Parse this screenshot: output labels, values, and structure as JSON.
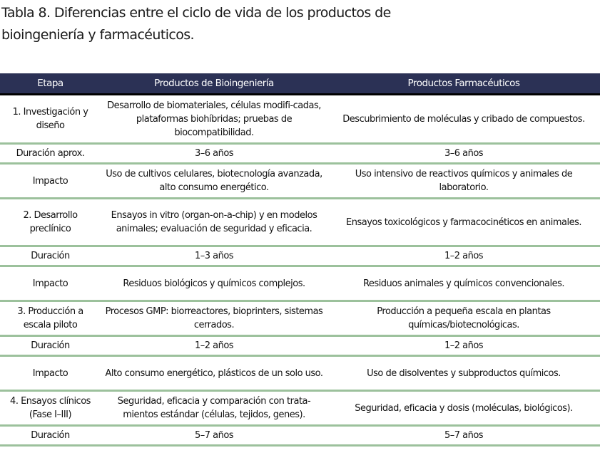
{
  "caption": "Tabla 8. Diferencias entre el ciclo de vida de los productos de bioingeniería y farmacéuticos.",
  "table": {
    "headers": [
      "Etapa",
      "Productos de Bioingeniería",
      "Productos Farmacéuticos"
    ],
    "rows": [
      {
        "etapa": "1. Investigación y diseño",
        "bio": "Desarrollo de biomateriales, células modifi-cadas, plataformas biohíbridas; pruebas de biocompatibilidad.",
        "farma": "Descubrimiento de moléculas y cribado de compuestos."
      },
      {
        "etapa": "Duración aprox.",
        "bio": "3–6 años",
        "farma": "3–6 años"
      },
      {
        "etapa": "Impacto",
        "bio": "Uso de cultivos celulares, biotecnología avanzada, alto consumo energético.",
        "farma": "Uso intensivo de reactivos químicos y animales de laboratorio."
      },
      {
        "etapa": "2. Desarrollo preclínico",
        "bio": "Ensayos in vitro (organ-on-a-chip) y en modelos animales; evaluación de seguridad y eficacia.",
        "farma": "Ensayos toxicológicos y farmacocinéticos en animales."
      },
      {
        "etapa": "Duración",
        "bio": "1–3 años",
        "farma": "1–2 años"
      },
      {
        "etapa": "Impacto",
        "bio": "Residuos biológicos y químicos complejos.",
        "farma": "Residuos animales y químicos convencionales."
      },
      {
        "etapa": "3. Producción a escala piloto",
        "bio": "Procesos GMP: biorreactores, bioprinters, sistemas cerrados.",
        "farma": "Producción a pequeña escala en plantas químicas/biotecnológicas."
      },
      {
        "etapa": "Duración",
        "bio": "1–2 años",
        "farma": "1–2 años"
      },
      {
        "etapa": "Impacto",
        "bio": "Alto consumo energético, plásticos de un solo uso.",
        "farma": "Uso de disolventes y subproductos químicos."
      },
      {
        "etapa": "4. Ensayos clínicos (Fase I–III)",
        "bio": "Seguridad, eficacia y comparación con trata-mientos estándar (células, tejidos, genes).",
        "farma": "Seguridad, eficacia y dosis (moléculas, biológicos)."
      },
      {
        "etapa": "Duración",
        "bio": "5–7 años",
        "farma": "5–7 años"
      }
    ]
  },
  "colors": {
    "header_bg": "#2b3155",
    "header_text": "#ffffff",
    "row_divider": "#9cc19c",
    "header_rule": "#000000"
  }
}
